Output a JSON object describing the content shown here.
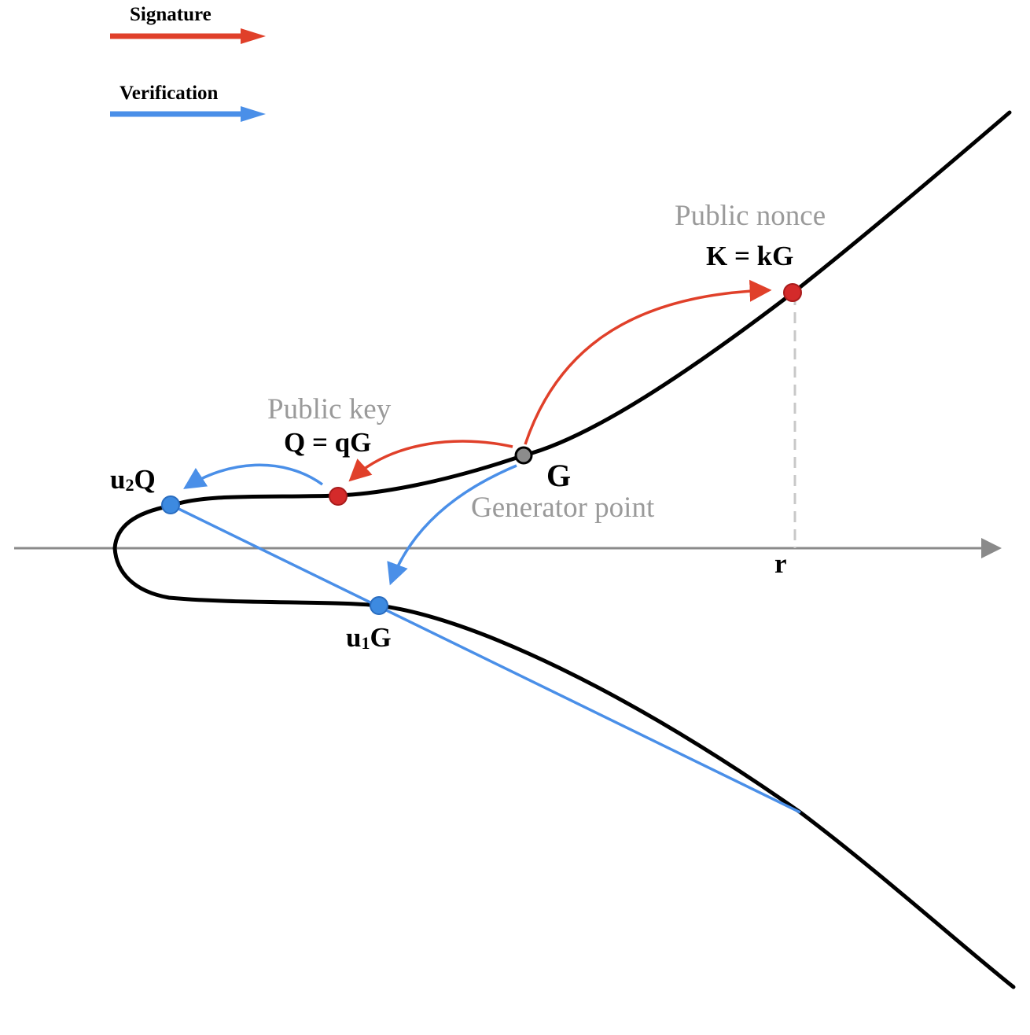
{
  "legend": {
    "signature_label": "Signature",
    "verification_label": "Verification"
  },
  "colors": {
    "signature": "#e0402a",
    "verification": "#4a8fe8",
    "curve": "#000000",
    "axis": "#8a8a8a",
    "caption": "#9a9a9a",
    "point_red": "#d42a2a",
    "point_blue": "#3d8ae0",
    "point_gray": "#8c8c8c"
  },
  "labels": {
    "public_nonce_caption": "Public nonce",
    "public_nonce_formula": "K = kG",
    "public_key_caption": "Public key",
    "public_key_formula": "Q = qG",
    "generator_symbol": "G",
    "generator_caption": "Generator point",
    "u2q_main": "u",
    "u2q_sub": "2",
    "u2q_tail": "Q",
    "u1g_main": "u",
    "u1g_sub": "1",
    "u1g_tail": "G",
    "r_label": "r"
  },
  "icons": {
    "legend_signature": "arrow-right-icon",
    "legend_verification": "arrow-right-icon"
  }
}
